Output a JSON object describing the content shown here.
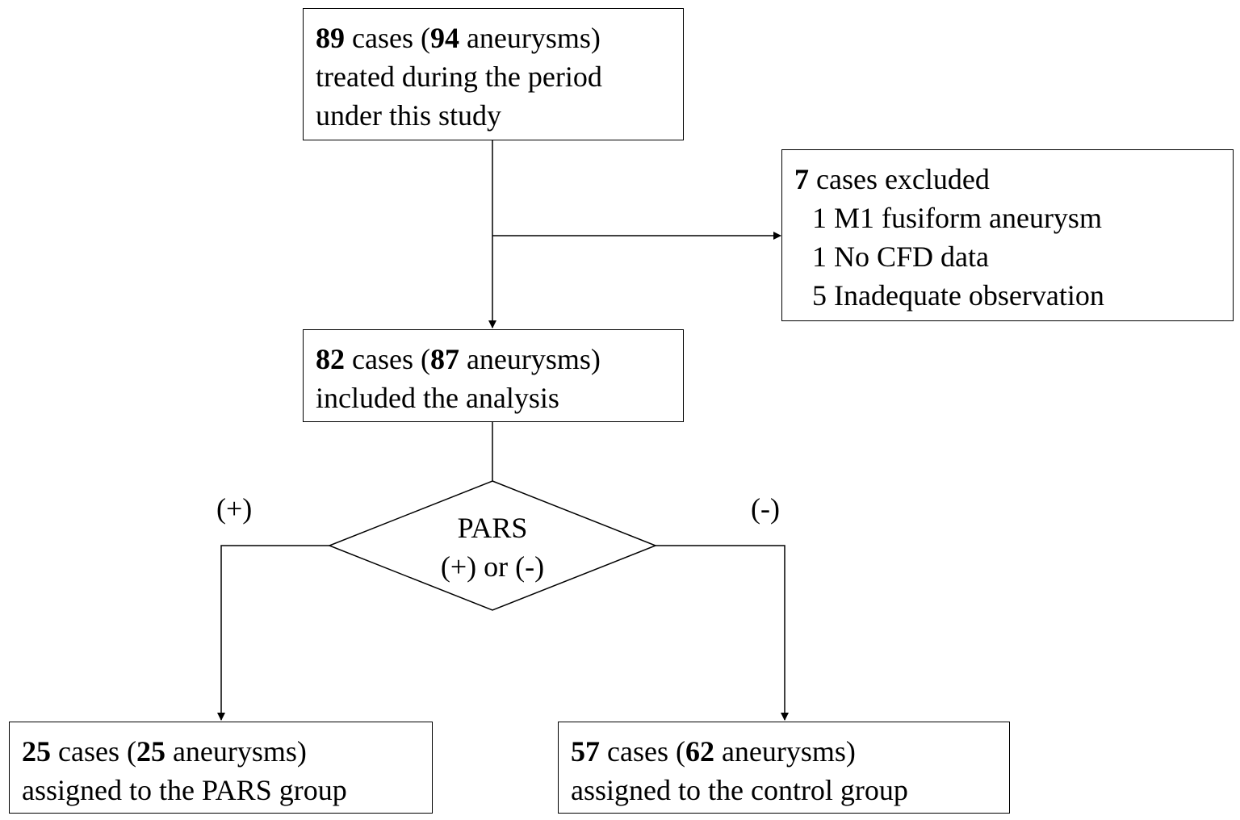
{
  "box_start": {
    "n_cases": "89",
    "t1": " cases (",
    "n_aneurysms": "94",
    "t2": " aneurysms)",
    "line2": "treated during the period",
    "line3": "under this study"
  },
  "box_excluded": {
    "n_cases": "7",
    "t1": " cases excluded",
    "items": [
      "1 M1 fusiform aneurysm",
      "1 No CFD data",
      "5 Inadequate observation"
    ]
  },
  "box_included": {
    "n_cases": "82",
    "t1": " cases (",
    "n_aneurysms": "87",
    "t2": " aneurysms)",
    "line2": "included the analysis"
  },
  "decision": {
    "line1": "PARS",
    "line2": "(+) or (-)",
    "label_pos": "(+)",
    "label_neg": "(-)"
  },
  "box_pars": {
    "n_cases": "25",
    "t1": " cases (",
    "n_aneurysms": "25",
    "t2": " aneurysms)",
    "line2": "assigned to the PARS group"
  },
  "box_control": {
    "n_cases": "57",
    "t1": " cases (",
    "n_aneurysms": "62",
    "t2": " aneurysms)",
    "line2": "assigned to the control group"
  }
}
